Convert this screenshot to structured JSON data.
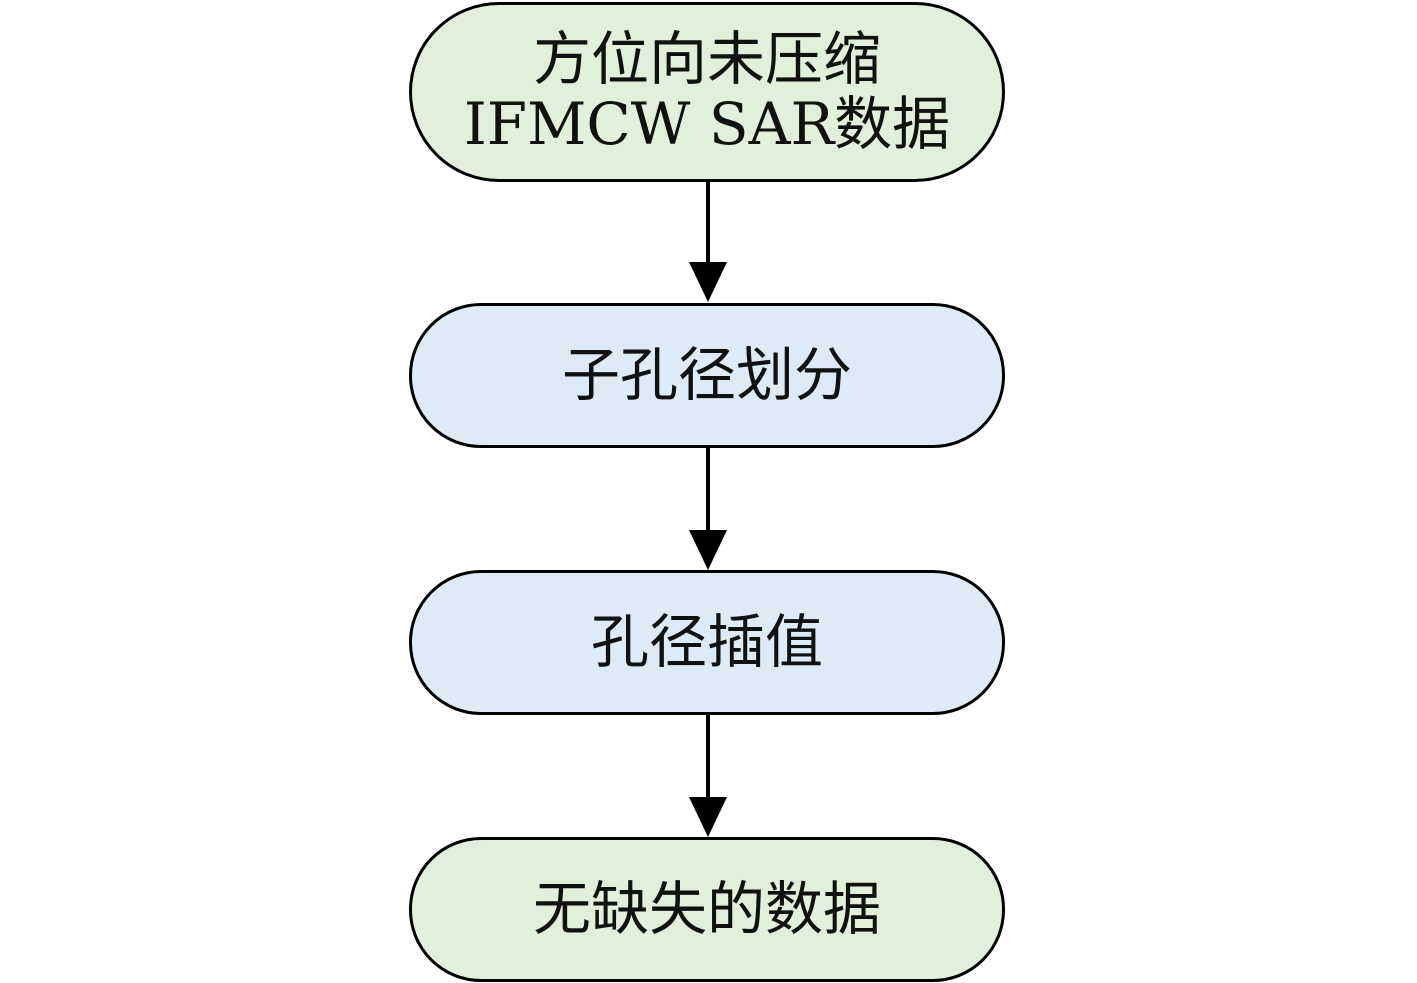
{
  "colors": {
    "green_fill": "#e2efda",
    "blue_fill": "#deebf7",
    "stroke": "#000000"
  },
  "nodes": {
    "start": {
      "line1": "方位向未压缩",
      "line2": "IFMCW SAR数据"
    },
    "subaperture": {
      "label": "子孔径划分"
    },
    "interpolation": {
      "label": "孔径插值"
    },
    "end": {
      "label": "无缺失的数据"
    }
  }
}
